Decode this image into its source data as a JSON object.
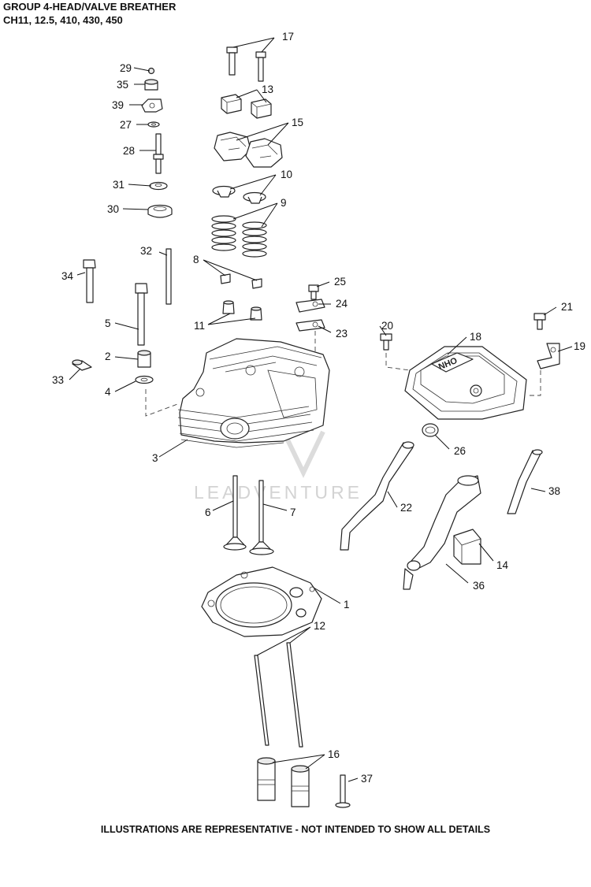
{
  "header": {
    "title_line1": "GROUP 4-HEAD/VALVE BREATHER",
    "title_line2": "CH11, 12.5, 410, 430, 450"
  },
  "watermark": "LEADVENTURE",
  "callouts": [
    {
      "id": "c1",
      "label": "1"
    },
    {
      "id": "c2",
      "label": "2"
    },
    {
      "id": "c3",
      "label": "3"
    },
    {
      "id": "c4",
      "label": "4"
    },
    {
      "id": "c5",
      "label": "5"
    },
    {
      "id": "c6",
      "label": "6"
    },
    {
      "id": "c7",
      "label": "7"
    },
    {
      "id": "c8",
      "label": "8"
    },
    {
      "id": "c9",
      "label": "9"
    },
    {
      "id": "c10",
      "label": "10"
    },
    {
      "id": "c11",
      "label": "11"
    },
    {
      "id": "c12",
      "label": "12"
    },
    {
      "id": "c13",
      "label": "13"
    },
    {
      "id": "c14",
      "label": "14"
    },
    {
      "id": "c15",
      "label": "15"
    },
    {
      "id": "c16",
      "label": "16"
    },
    {
      "id": "c17",
      "label": "17"
    },
    {
      "id": "c18",
      "label": "18"
    },
    {
      "id": "c19",
      "label": "19"
    },
    {
      "id": "c20",
      "label": "20"
    },
    {
      "id": "c21",
      "label": "21"
    },
    {
      "id": "c22",
      "label": "22"
    },
    {
      "id": "c23",
      "label": "23"
    },
    {
      "id": "c24",
      "label": "24"
    },
    {
      "id": "c25",
      "label": "25"
    },
    {
      "id": "c26",
      "label": "26"
    },
    {
      "id": "c27",
      "label": "27"
    },
    {
      "id": "c28",
      "label": "28"
    },
    {
      "id": "c29",
      "label": "29"
    },
    {
      "id": "c30",
      "label": "30"
    },
    {
      "id": "c31",
      "label": "31"
    },
    {
      "id": "c32",
      "label": "32"
    },
    {
      "id": "c33",
      "label": "33"
    },
    {
      "id": "c34",
      "label": "34"
    },
    {
      "id": "c35",
      "label": "35"
    },
    {
      "id": "c36",
      "label": "36"
    },
    {
      "id": "c37",
      "label": "37"
    },
    {
      "id": "c38",
      "label": "38"
    },
    {
      "id": "c39",
      "label": "39"
    }
  ],
  "footer": {
    "note": "ILLUSTRATIONS ARE REPRESENTATIVE - NOT INTENDED TO SHOW ALL DETAILS"
  }
}
